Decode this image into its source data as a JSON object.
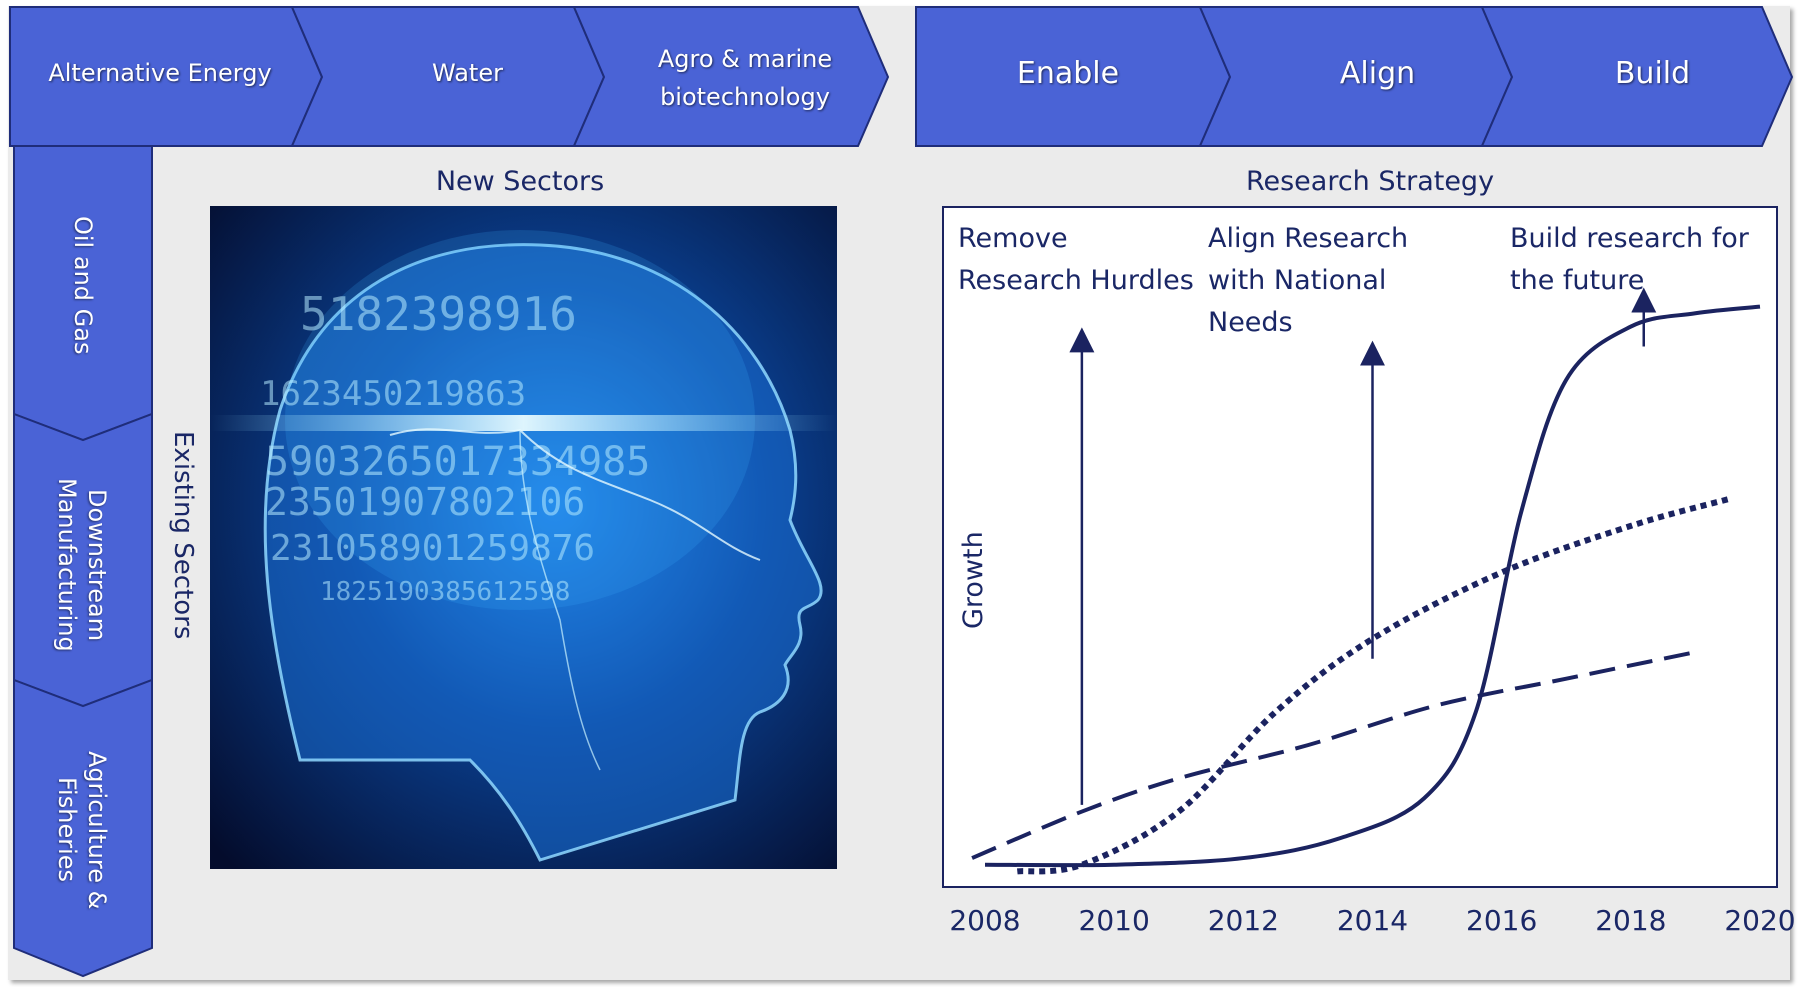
{
  "colors": {
    "chevron_fill": "#4a63d6",
    "chevron_stroke": "#1f2d7a",
    "panel_bg": "#ebebeb",
    "text_dark": "#1a2766",
    "curve": "#1b2360"
  },
  "top_left_chevrons": [
    "Alternative Energy",
    "Water",
    "Agro & marine\nbiotechnology"
  ],
  "top_right_chevrons": [
    "Enable",
    "Align",
    "Build"
  ],
  "left_chevrons": [
    "Oil and Gas",
    "Downstream\nManufacturing",
    "Agriculture &\nFisheries"
  ],
  "new_sectors_label": "New Sectors",
  "existing_sectors_label": "Existing Sectors",
  "research_strategy_label": "Research Strategy",
  "image": {
    "icon": "digital-head-icon",
    "numbers": [
      "5182398916",
      "1623450219863",
      "5903265017334985",
      "23501907802106",
      "231058901259876",
      "1825190385612598"
    ]
  },
  "chart_data": {
    "type": "line",
    "ylabel": "Growth",
    "x_ticks": [
      "2008",
      "2010",
      "2012",
      "2014",
      "2016",
      "2018",
      "2020"
    ],
    "xlim": [
      2008,
      2020
    ],
    "series": [
      {
        "style": "dashed",
        "x": [
          2007.8,
          2009.5,
          2011,
          2013,
          2015,
          2017,
          2019
        ],
        "y": [
          0.03,
          0.1,
          0.15,
          0.2,
          0.26,
          0.3,
          0.34
        ]
      },
      {
        "style": "dotted",
        "x": [
          2008.5,
          2009.5,
          2011,
          2012.5,
          2014,
          2016,
          2018,
          2019.5
        ],
        "y": [
          0.01,
          0.02,
          0.1,
          0.25,
          0.36,
          0.46,
          0.53,
          0.57
        ]
      },
      {
        "style": "solid",
        "x": [
          2008,
          2010,
          2012,
          2013.5,
          2014.8,
          2015.6,
          2016.3,
          2017,
          2018,
          2019,
          2020
        ],
        "y": [
          0.02,
          0.02,
          0.03,
          0.06,
          0.12,
          0.25,
          0.55,
          0.75,
          0.83,
          0.85,
          0.86
        ]
      }
    ],
    "arrows": [
      {
        "x": 2009.5,
        "y_from": 0.11,
        "y_to": 0.81
      },
      {
        "x": 2014,
        "y_from": 0.33,
        "y_to": 0.79
      },
      {
        "x": 2018.2,
        "y_from": 0.8,
        "y_to": 0.87
      }
    ],
    "annotations": [
      "Remove\nResearch Hurdles",
      "Align Research\nwith National\nNeeds",
      "Build research for\nthe future"
    ]
  }
}
